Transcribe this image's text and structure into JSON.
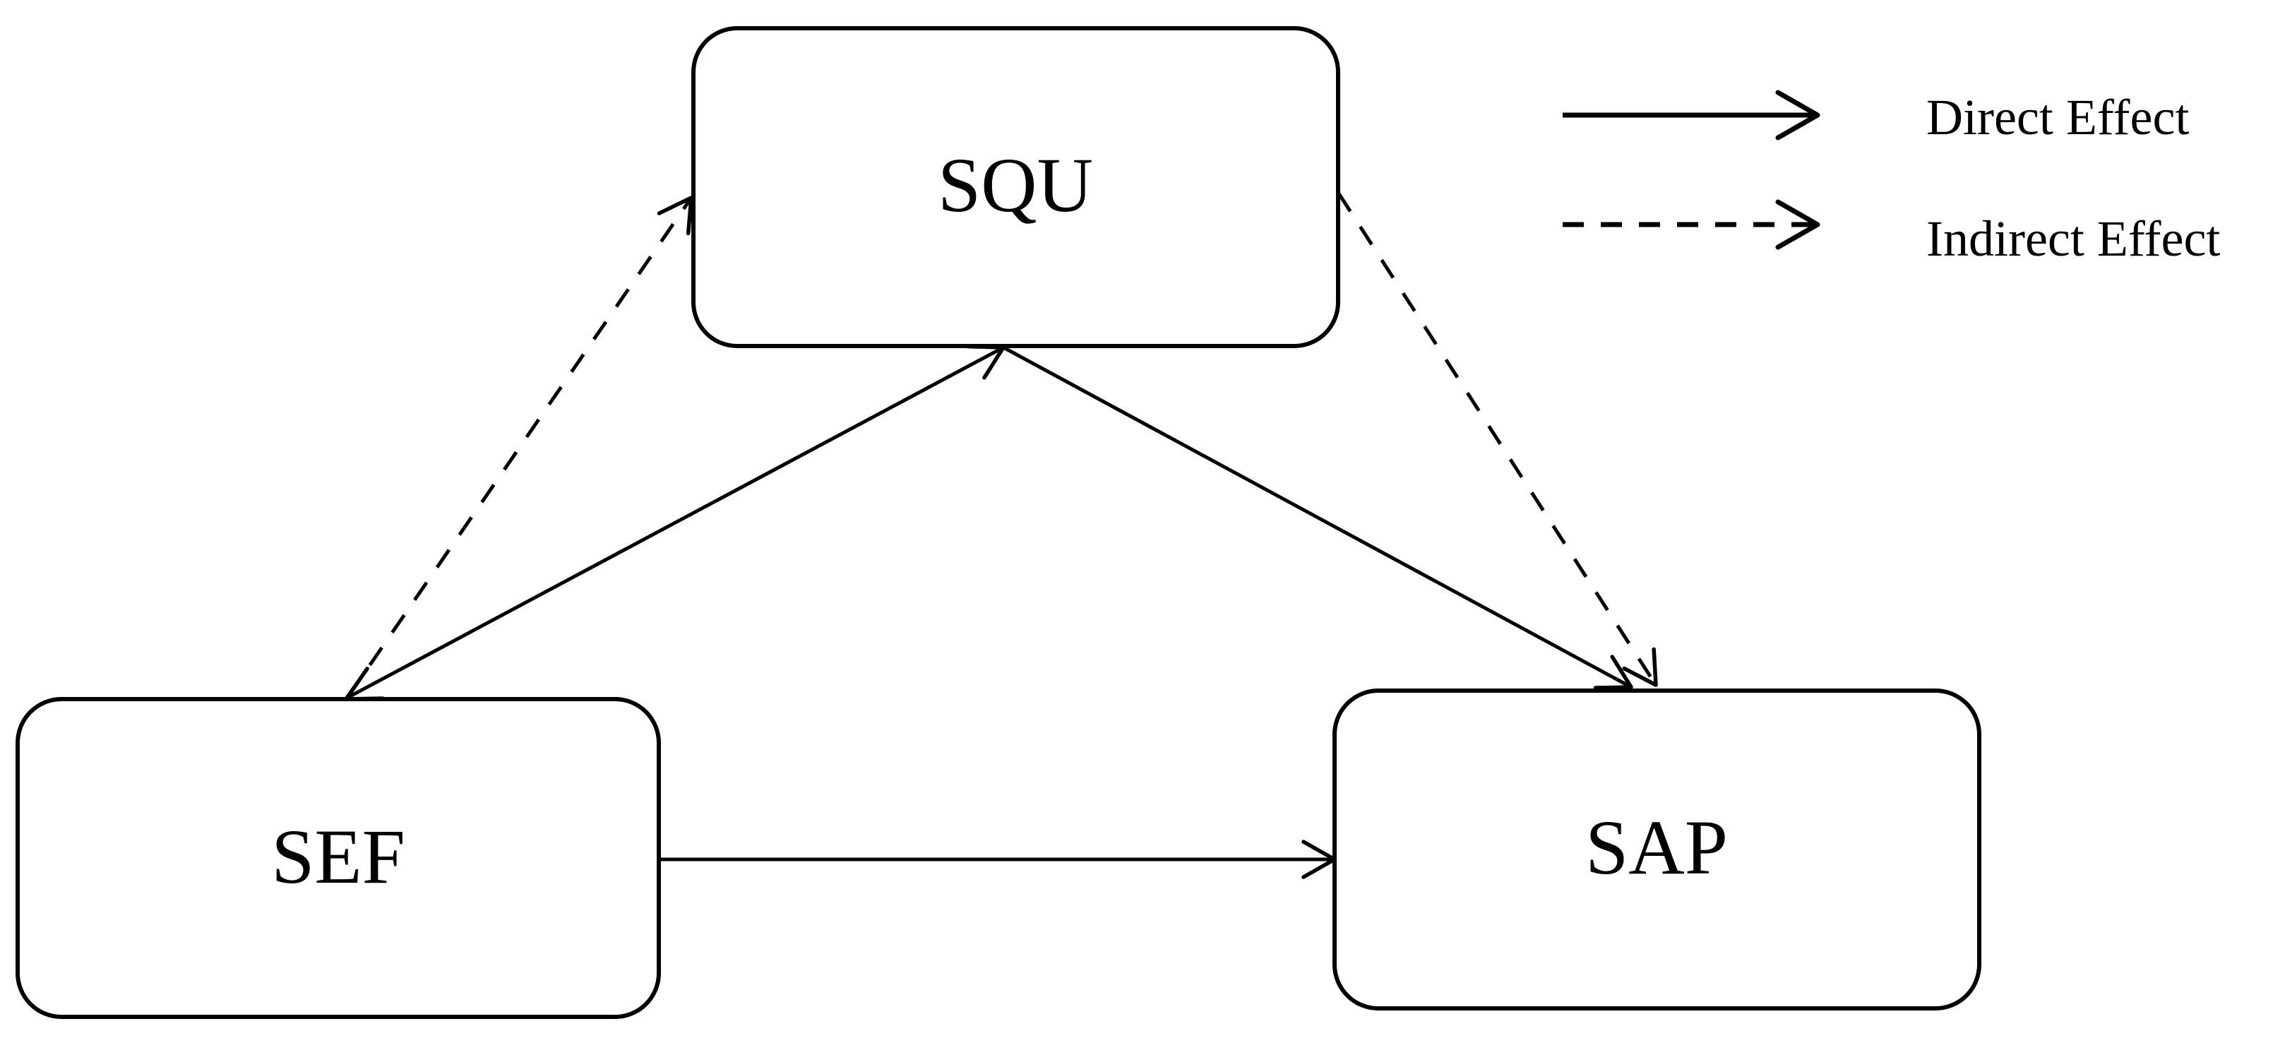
{
  "figure": {
    "kind": "path-diagram",
    "colors": {
      "ink": "#000000",
      "background": "#ffffff"
    }
  },
  "nodes": [
    {
      "id": "SQU",
      "label": "SQU",
      "role": "mediator"
    },
    {
      "id": "SEF",
      "label": "SEF",
      "role": "predictor"
    },
    {
      "id": "SAP",
      "label": "SAP",
      "role": "outcome"
    }
  ],
  "edges": [
    {
      "from": "SEF",
      "to": "SQU",
      "style": "solid",
      "effect": "direct"
    },
    {
      "from": "SQU",
      "to": "SAP",
      "style": "solid",
      "effect": "direct"
    },
    {
      "from": "SEF",
      "to": "SAP",
      "style": "solid",
      "effect": "direct"
    },
    {
      "from": "SEF",
      "to": "SQU",
      "style": "dashed",
      "effect": "indirect"
    },
    {
      "from": "SQU",
      "to": "SAP",
      "style": "dashed",
      "effect": "indirect"
    }
  ],
  "legend": {
    "items": [
      {
        "style": "solid",
        "label": "Direct Effect"
      },
      {
        "style": "dashed",
        "label": "Indirect Effect"
      }
    ]
  }
}
